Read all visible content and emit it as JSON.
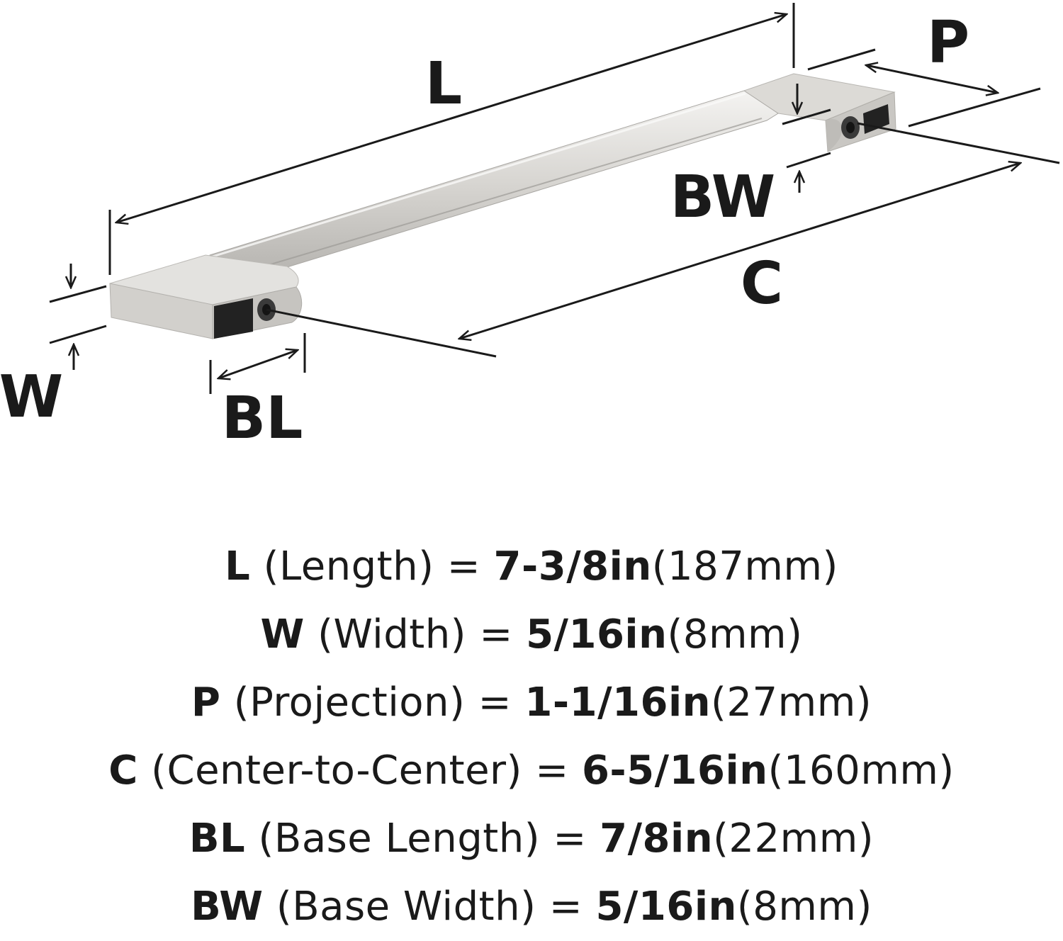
{
  "diagram": {
    "labels": {
      "length": "L",
      "projection": "P",
      "base_width": "BW",
      "center_to_center": "C",
      "width": "W",
      "base_length": "BL"
    },
    "colors": {
      "ink": "#1a1a1a",
      "metal_light": "#ececea",
      "metal_mid": "#cfcdc9",
      "metal_dark": "#a8a6a2",
      "slot": "#222222"
    }
  },
  "specs": [
    {
      "abbr": "L",
      "desc": "(Length)",
      "eq": "=",
      "inch": "7-3/8in",
      "mm": "(187mm)"
    },
    {
      "abbr": "W",
      "desc": "(Width)",
      "eq": "=",
      "inch": "5/16in",
      "mm": "(8mm)"
    },
    {
      "abbr": "P",
      "desc": "(Projection)",
      "eq": "=",
      "inch": "1-1/16in",
      "mm": "(27mm)"
    },
    {
      "abbr": "C",
      "desc": "(Center-to-Center)",
      "eq": "=",
      "inch": "6-5/16in",
      "mm": "(160mm)"
    },
    {
      "abbr": "BL",
      "desc": "(Base Length)",
      "eq": "=",
      "inch": "7/8in",
      "mm": "(22mm)"
    },
    {
      "abbr": "BW",
      "desc": "(Base Width)",
      "eq": "=",
      "inch": "5/16in",
      "mm": "(8mm)"
    }
  ]
}
